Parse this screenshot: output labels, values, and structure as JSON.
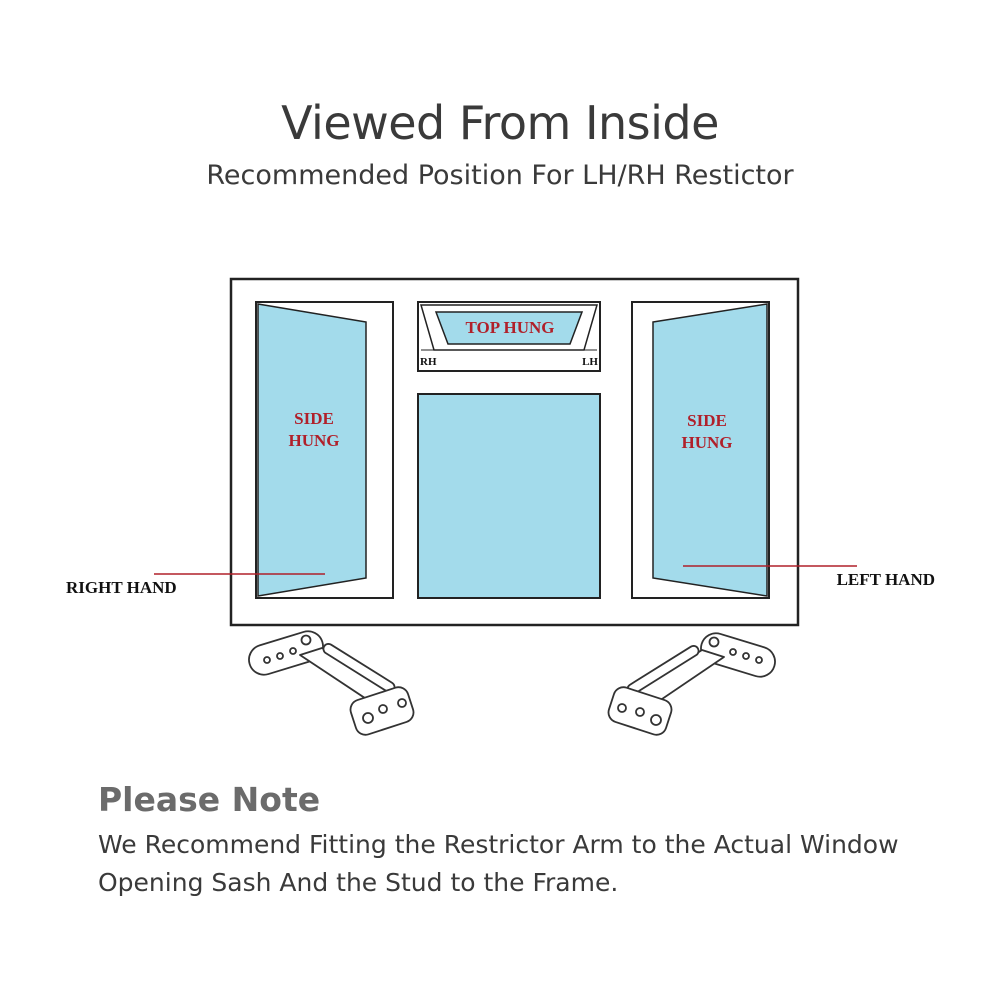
{
  "header": {
    "title": "Viewed From Inside",
    "subtitle": "Recommended Position For LH/RH Restictor"
  },
  "diagram": {
    "left_pane": {
      "line1": "SIDE",
      "line2": "HUNG"
    },
    "right_pane": {
      "line1": "SIDE",
      "line2": "HUNG"
    },
    "top_pane": {
      "label": "TOP HUNG",
      "rh": "RH",
      "lh": "LH"
    },
    "callouts": {
      "right_hand": "RIGHT HAND",
      "left_hand": "LEFT HAND"
    },
    "colors": {
      "glass": "#a3dbeb",
      "label_red": "#b0202a",
      "frame": "#222222"
    },
    "icons": [
      "restrictor-arm-left-icon",
      "restrictor-arm-right-icon"
    ]
  },
  "note": {
    "heading": "Please Note",
    "line1": "We Recommend Fitting the Restrictor Arm to the Actual Window",
    "line2": "Opening Sash And the Stud to the Frame."
  }
}
